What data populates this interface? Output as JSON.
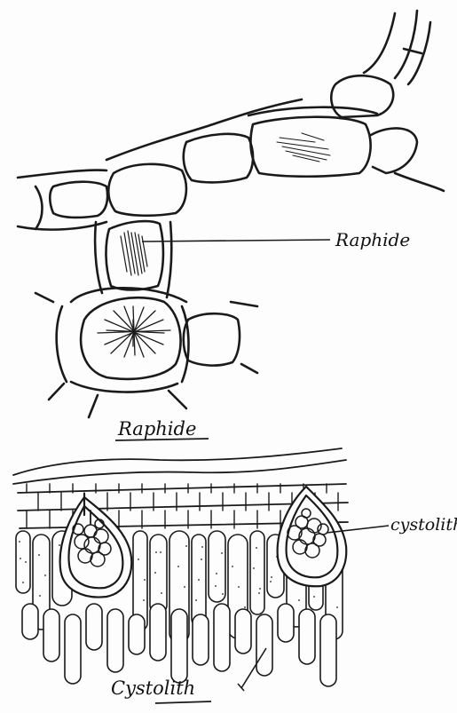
{
  "labels": {
    "raphide_pointer": "Raphide",
    "raphide_caption": "Raphide",
    "cystolith_pointer": "cystolith",
    "cystolith_caption": "Cystolith"
  }
}
